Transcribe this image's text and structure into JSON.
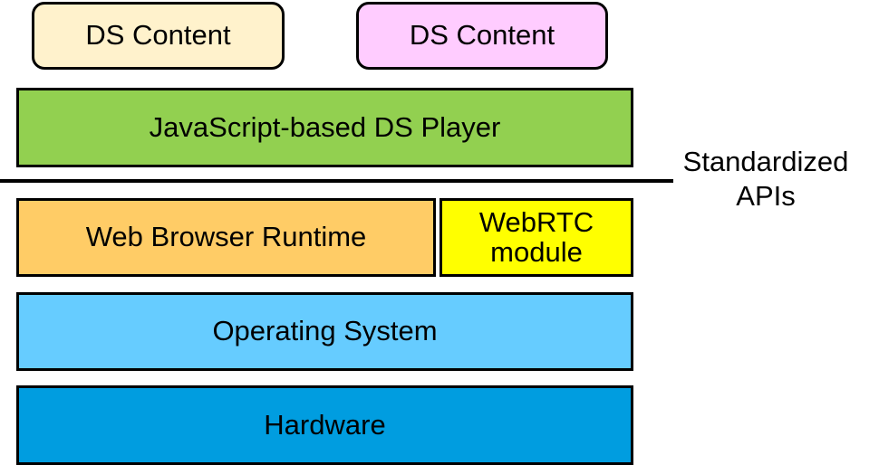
{
  "diagram": {
    "content_boxes": [
      {
        "label": "DS Content",
        "color": "#fff2cc"
      },
      {
        "label": "DS Content",
        "color": "#ffccff"
      }
    ],
    "layers": {
      "player": {
        "label": "JavaScript-based DS Player",
        "color": "#92d050"
      },
      "browser_runtime": {
        "label": "Web Browser Runtime",
        "color": "#ffcc66"
      },
      "webrtc": {
        "label": "WebRTC module",
        "color": "#ffff00"
      },
      "os": {
        "label": "Operating System",
        "color": "#66ccff"
      },
      "hardware": {
        "label": "Hardware",
        "color": "#009de0"
      }
    },
    "api_boundary": {
      "label": "Standardized APIs"
    }
  }
}
